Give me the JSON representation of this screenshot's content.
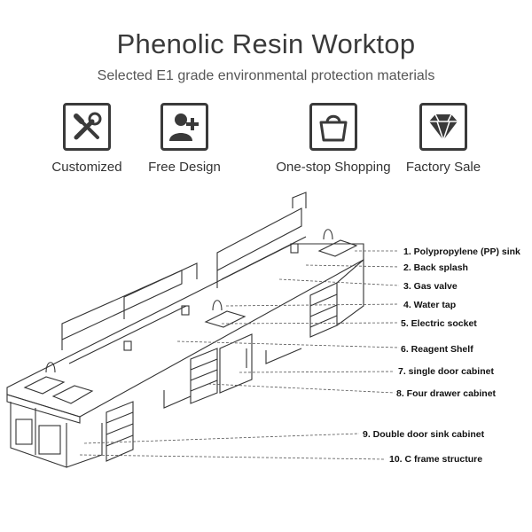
{
  "header": {
    "title": "Phenolic Resin Worktop",
    "subtitle": "Selected E1 grade environmental protection materials"
  },
  "features": [
    {
      "label": "Customized",
      "icon": "tools-icon"
    },
    {
      "label": "Free Design",
      "icon": "user-add-icon"
    },
    {
      "label": "One-stop Shopping",
      "icon": "shopping-bag-icon"
    },
    {
      "label": "Factory Sale",
      "icon": "diamond-icon"
    }
  ],
  "callouts": [
    "1.  Polypropylene (PP) sink",
    "2. Back splash",
    "3. Gas valve",
    "4. Water tap",
    "5. Electric socket",
    "6. Reagent Shelf",
    "7. single door cabinet",
    "8. Four drawer cabinet",
    "9. Double door sink cabinet",
    "10.  C frame structure"
  ]
}
